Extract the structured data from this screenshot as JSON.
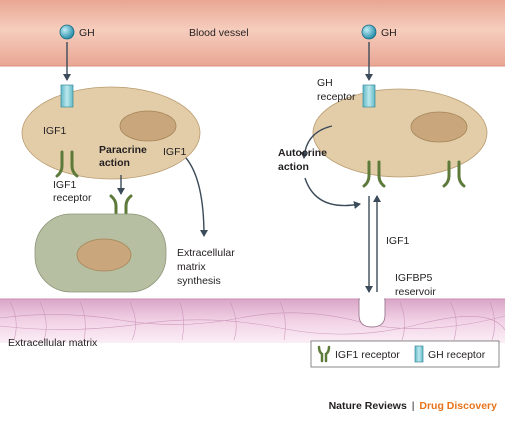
{
  "labels": {
    "gh_left": "GH",
    "gh_right": "GH",
    "blood_vessel": "Blood vessel",
    "gh_receptor_line1": "GH",
    "gh_receptor_line2": "receptor",
    "igf1_left_a": "IGF1",
    "igf1_left_b": "IGF1",
    "paracrine_line1": "Paracrine",
    "paracrine_line2": "action",
    "igf1_receptor_line1": "IGF1",
    "igf1_receptor_line2": "receptor",
    "ecm_synth_line1": "Extracellular",
    "ecm_synth_line2": "matrix",
    "ecm_synth_line3": "synthesis",
    "autocrine_line1": "Autocrine",
    "autocrine_line2": "action",
    "igf1_right": "IGF1",
    "igfbp5_line1": "IGFBP5",
    "igfbp5_line2": "reservoir",
    "extracellular_matrix": "Extracellular matrix"
  },
  "legend": {
    "igf1_receptor": "IGF1 receptor",
    "gh_receptor": "GH receptor"
  },
  "footer": {
    "journal": "Nature Reviews",
    "separator": "|",
    "section": "Drug Discovery"
  },
  "colors": {
    "blood_vessel": "#f0b8a4",
    "cell_body": "#e2cda8",
    "nucleus": "#c9a67c",
    "target_cell": "#b7bfa2",
    "gh_molecule": "#35a3bd",
    "gh_receptor": "#7ccad3",
    "igf1_receptor": "#5d7a3a",
    "matrix": "#ecc6df",
    "arrow": "#3c4b59",
    "footer_accent": "#e8731a"
  }
}
